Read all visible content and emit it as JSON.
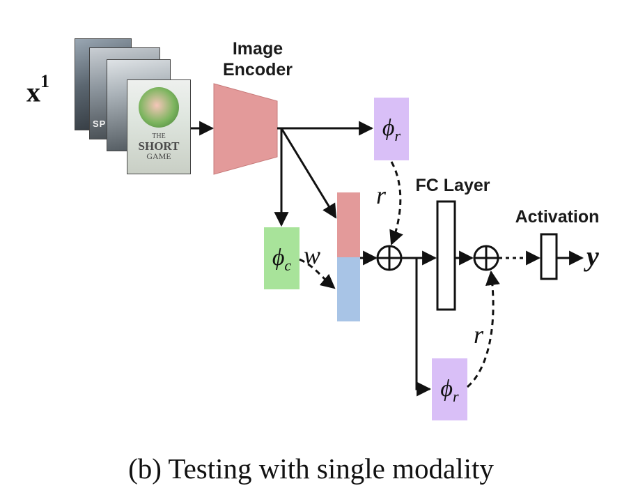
{
  "input": {
    "symbol": "x",
    "superscript": "1"
  },
  "encoder": {
    "label_line1": "Image",
    "label_line2": "Encoder"
  },
  "posters": {
    "back_text": "SPR",
    "front_title_line1": "THE",
    "front_title_line2": "SHORT",
    "front_title_line3": "GAME"
  },
  "blocks": {
    "phi_r_top": {
      "symbol": "ϕ",
      "sub": "r"
    },
    "phi_c": {
      "symbol": "ϕ",
      "sub": "c"
    },
    "phi_r_bottom": {
      "symbol": "ϕ",
      "sub": "r"
    }
  },
  "labels": {
    "w": "w",
    "r_top": "r",
    "r_bottom": "r",
    "fc_layer": "FC Layer",
    "activation": "Activation",
    "output": "y"
  },
  "caption": "(b) Testing with single modality",
  "colors": {
    "encoder": "#e39a9a",
    "phi_r": "#d9bff7",
    "phi_c": "#a8e39a",
    "concat_top": "#e39a9a",
    "concat_bottom": "#a8c4e6"
  }
}
